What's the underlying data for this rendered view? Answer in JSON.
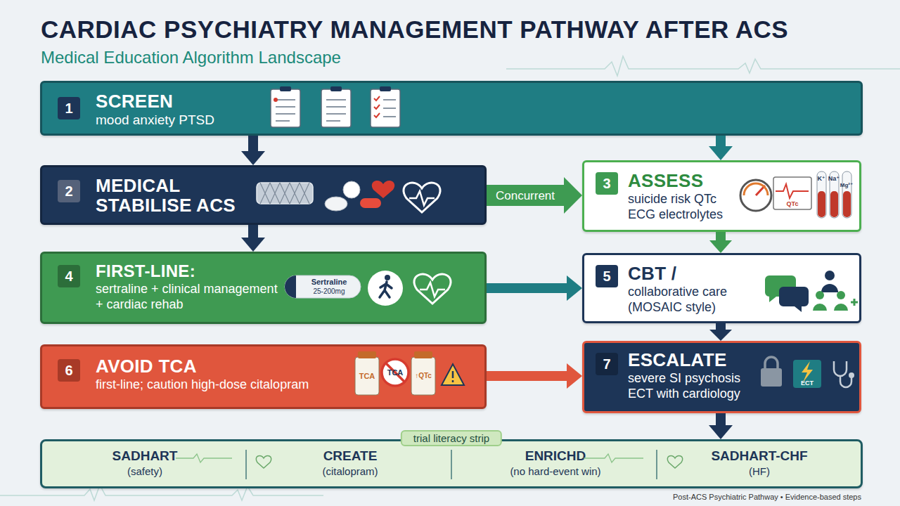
{
  "diagram": {
    "title": "CARDIAC PSYCHIATRY MANAGEMENT PATHWAY AFTER ACS",
    "caption": "Post-ACS Psychiatric Pathway • Evidence-based steps",
    "nodes": [
      {
        "text": [
          "1",
          "SCREEN",
          "mood anxiety PTSD"
        ]
      },
      {
        "text": [
          "2",
          "MEDICAL STABILISE ACS"
        ]
      },
      {
        "text": [
          "3",
          "ASSESS",
          "suicide risk QTc ECG electrolytes"
        ]
      },
      {
        "text": [
          "4",
          "FIRST-LINE:",
          "sertraline + clinical management + cardiac rehab"
        ]
      },
      {
        "text": [
          "5",
          "CBT /",
          "collaborative care (MOSAIC style)"
        ]
      },
      {
        "text": [
          "6",
          "AVOID TCA",
          "first-line; caution high-dose citalopram"
        ]
      },
      {
        "text": [
          "7",
          "ESCALATE",
          "severe SI psychosis ECT with cardiology"
        ]
      },
      {
        "text": [
          "trial literacy strip"
        ]
      },
      {
        "text": [
          "SADHART",
          "(safety)"
        ],
        "in": 7
      },
      {
        "text": [
          "CREATE",
          "(citalopram)"
        ],
        "in": 7
      },
      {
        "text": [
          "ENRICHD",
          "(no hard-event win)"
        ],
        "in": 7
      },
      {
        "text": [
          "SADHART-CHF",
          "(HF)"
        ],
        "in": 7
      }
    ],
    "edges": [
      {
        "from": 0,
        "to": 1,
        "arrow": "to"
      },
      {
        "from": 0,
        "to": 2,
        "arrow": "to"
      },
      {
        "from": 1,
        "to": 2,
        "label": "Concurrent",
        "arrow": "to"
      },
      {
        "from": 1,
        "to": 3,
        "arrow": "to"
      },
      {
        "from": 2,
        "to": 4,
        "arrow": "to"
      },
      {
        "from": 3,
        "to": 4,
        "arrow": "to"
      },
      {
        "from": 5,
        "to": 6,
        "arrow": "to"
      },
      {
        "from": 4,
        "to": 6,
        "arrow": "to"
      },
      {
        "from": 6,
        "to": 7,
        "arrow": "to"
      }
    ],
    "labels": [
      "Medical Education Algorithm Landscape",
      "QTc",
      "K⁺",
      "Na⁺",
      "Mg²⁺",
      "Sertraline",
      "25-200mg",
      "TCA",
      "TCA",
      "↑QTc",
      "ECT"
    ]
  }
}
